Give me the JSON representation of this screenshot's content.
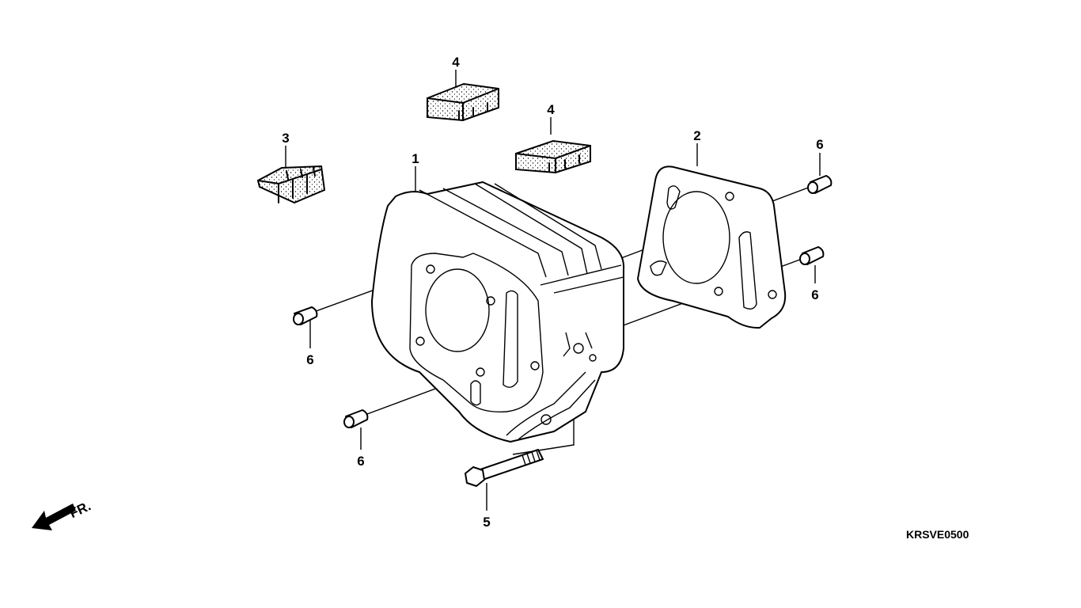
{
  "diagram": {
    "code": "KRSVE0500",
    "direction_label": "FR.",
    "callouts": {
      "cylinder": "1",
      "gasket": "2",
      "damper_rubber_a": "3",
      "damper_rubber_b1": "4",
      "damper_rubber_b2": "4",
      "bolt": "5",
      "dowel_1": "6",
      "dowel_2": "6",
      "dowel_3": "6",
      "dowel_4": "6"
    }
  }
}
